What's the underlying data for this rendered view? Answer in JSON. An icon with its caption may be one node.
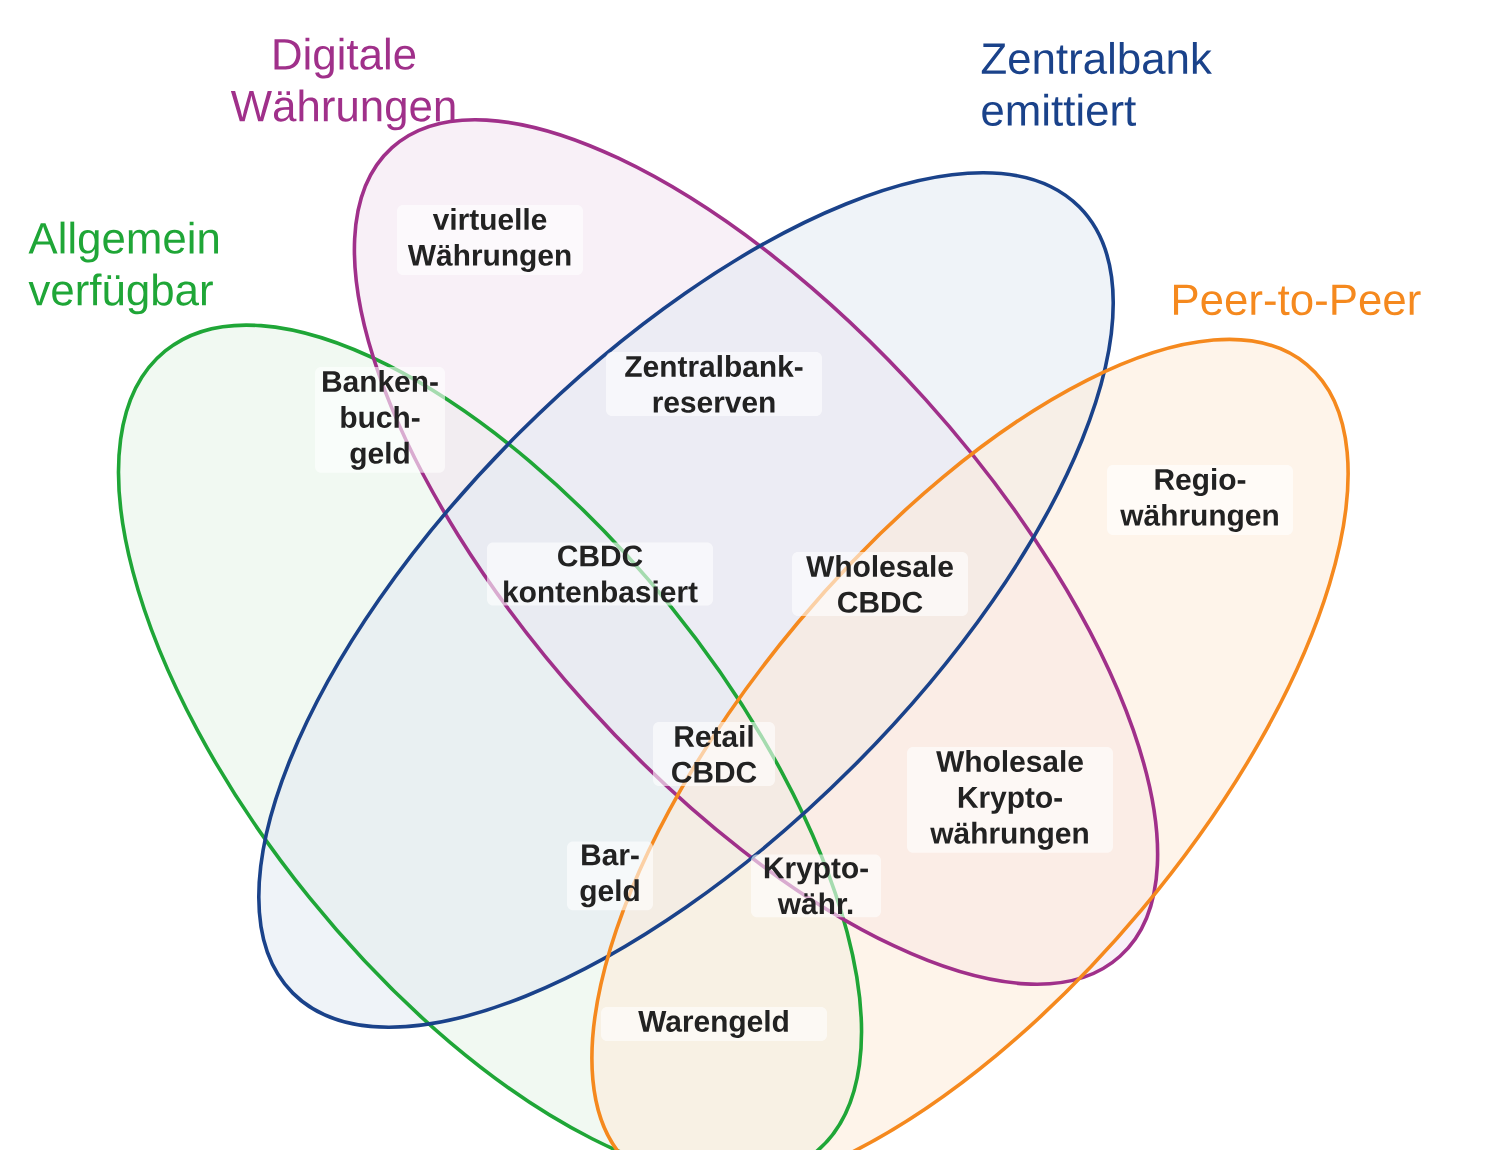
{
  "diagram": {
    "nodes": [
      {
        "text": [
          "Digitale Währungen"
        ]
      },
      {
        "text": [
          "Zentralbank emittiert"
        ]
      },
      {
        "text": [
          "Allgemein verfügbar"
        ]
      },
      {
        "text": [
          "Peer-to-Peer"
        ]
      }
    ],
    "labels": [
      "virtuelle Währungen",
      "Banken- buch- geld",
      "Zentralbank- reserven",
      "Regio- währungen",
      "CBDC kontenbasiert",
      "Wholesale CBDC",
      "Retail CBDC",
      "Wholesale Krypto- währungen",
      "Bar- geld",
      "Krypto- währ.",
      "Warengeld"
    ]
  }
}
